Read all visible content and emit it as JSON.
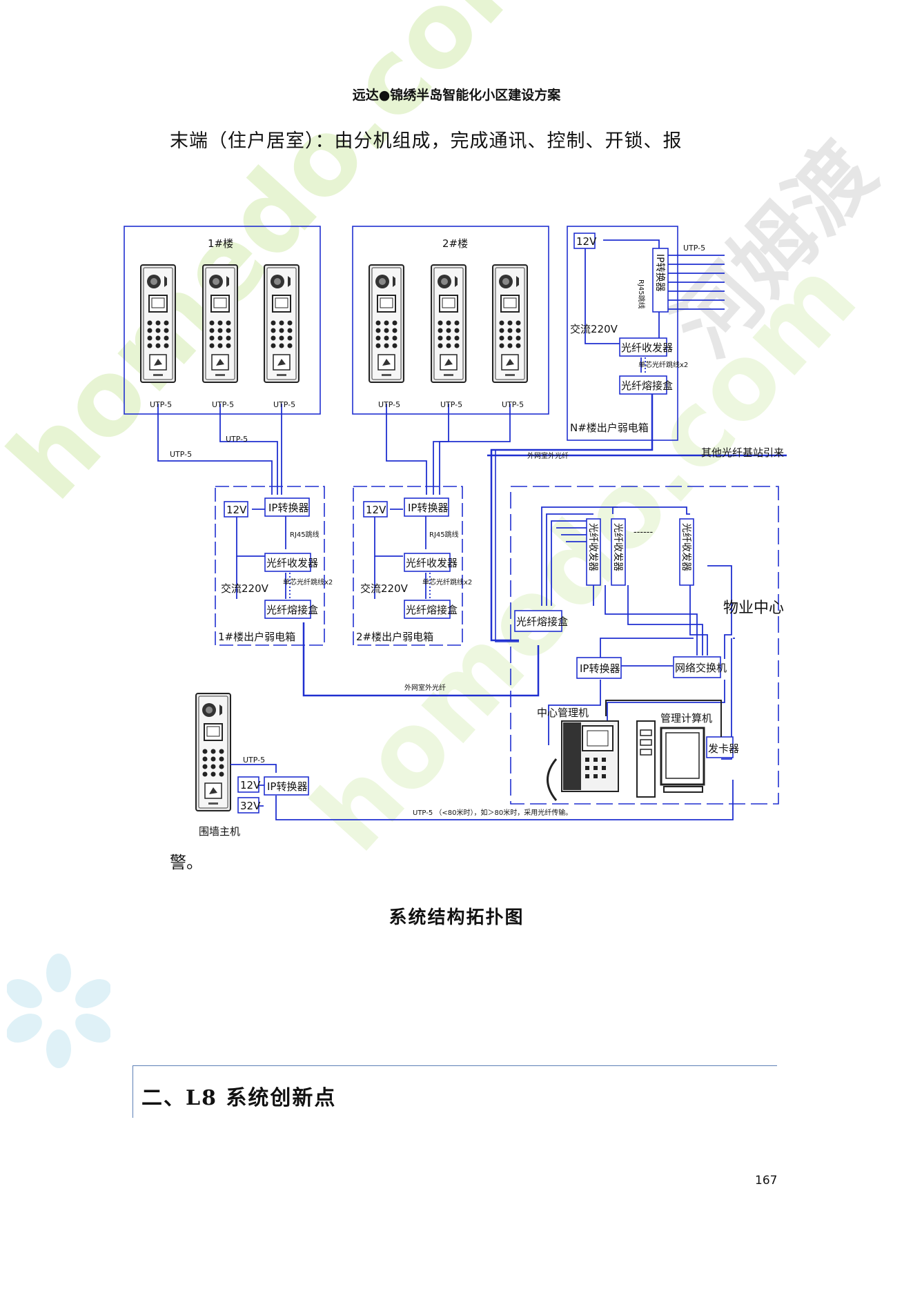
{
  "header": {
    "title": "远达●锦绣半岛智能化小区建设方案"
  },
  "body": {
    "line1": "末端（住户居室）：由分机组成，完成通讯、控制、开锁、报",
    "line1_cont": "警。"
  },
  "diagram": {
    "building1": {
      "title": "1#楼",
      "box_label": "1#楼出户弱电箱"
    },
    "building2": {
      "title": "2#楼",
      "box_label": "2#楼出户弱电箱"
    },
    "buildingN": {
      "box_label": "N#楼出户弱电箱"
    },
    "utp": "UTP-5",
    "v12": "12V",
    "v32": "32V",
    "ac220": "交流220V",
    "ip_converter": "IP转换器",
    "rj45": "RJ45跳线",
    "rj45_n": "RJ45跳线",
    "fiber_transceiver": "光纤收发器",
    "fiber_splice": "光纤熔接盒",
    "single_fiber_jumper": "单芯光纤跳线x2",
    "outdoor_fiber": "外网室外光纤",
    "other_fiber": "其他光纤基站引来",
    "property_center": "物业中心",
    "network_switch": "网络交换机",
    "center_manager": "中心管理机",
    "management_pc": "管理计算机",
    "card_issuer": "发卡器",
    "wall_unit": "围墙主机",
    "utp_note": "UTP-5 （<80米时），如＞80米时，采用光纤传输。",
    "dots": "------"
  },
  "caption": "系统结构拓扑图",
  "section": {
    "title": "二、L8 系统创新点"
  },
  "page_number": "167",
  "watermark": {
    "brand_cn": "河姆渡",
    "brand_en": "homedo.com",
    "color": "#cfe9a8"
  },
  "colors": {
    "line": "#1f2fd0",
    "rule": "#5b7fb5"
  }
}
